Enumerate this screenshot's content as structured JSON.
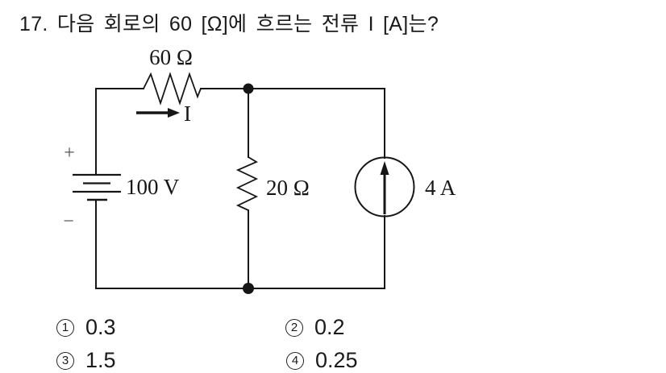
{
  "question": {
    "title": "17. 다음 회로의 60 [Ω]에 흐르는 전류 I [A]는?"
  },
  "circuit": {
    "series_resistor_label": "60 Ω",
    "current_arrow_label": "I",
    "plus_sign": "+",
    "minus_sign": "−",
    "voltage_source_label": "100 V",
    "shunt_resistor_label": "20 Ω",
    "current_source_label": "4 A"
  },
  "choices": [
    {
      "num": "1",
      "label": "0.3"
    },
    {
      "num": "2",
      "label": "0.2"
    },
    {
      "num": "3",
      "label": "1.5"
    },
    {
      "num": "4",
      "label": "0.25"
    }
  ],
  "colors": {
    "ink": "#161616",
    "background": "#ffffff"
  }
}
